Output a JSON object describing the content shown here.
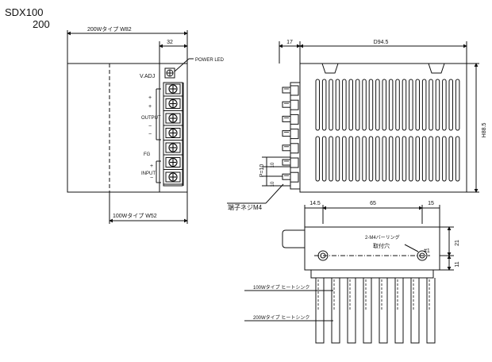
{
  "title": {
    "line1": "SDX100",
    "line2": "200"
  },
  "front_view": {
    "width_200w": "200Wタイプ W82",
    "width_100w": "100Wタイプ W52",
    "terminal_width": "32",
    "power_led": "POWER LED",
    "v_adj": "V.ADJ",
    "output": "OUTPUT",
    "fg": "FG",
    "input": "INPUT",
    "plus": "+",
    "minus": "−"
  },
  "side_view": {
    "offset": "17",
    "depth": "D94.5",
    "height": "H88.5",
    "pitch": "P=10",
    "pitch_repeat": "10",
    "screw_label": "端子ネジM4"
  },
  "bottom_view": {
    "dim_left": "14.5",
    "dim_mid": "65",
    "dim_right": "15",
    "dim_21": "21",
    "dim_11": "11",
    "hole_label_1": "2-M4バーリング",
    "hole_label_2": "取付穴",
    "hole_mark": "#1",
    "heatsink_100w": "100Wタイプ ヒートシンク",
    "heatsink_200w": "200Wタイプ ヒートシンク"
  }
}
